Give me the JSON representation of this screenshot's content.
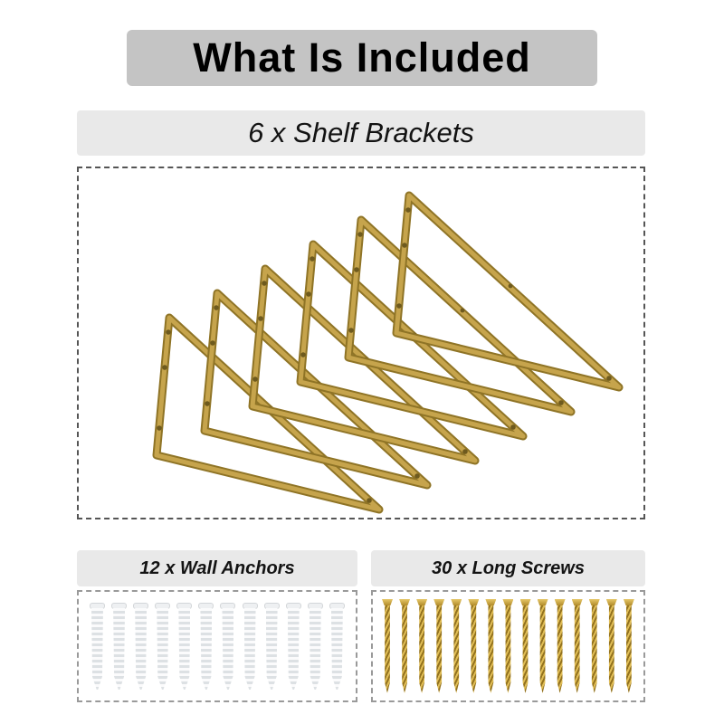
{
  "header": {
    "title": "What Is Included"
  },
  "sections": {
    "brackets": {
      "label": "6 x Shelf Brackets",
      "visible_count": 6
    },
    "anchors": {
      "label": "12 x Wall Anchors",
      "visible_count": 12
    },
    "screws": {
      "label": "30 x Long Screws",
      "visible_count": 15
    }
  },
  "colors": {
    "gold": "#c6a44c",
    "gold_dark": "#8f7426",
    "hole": "#6e5a1e",
    "title_banner": "#c4c4c4",
    "label_banner": "#e9e9e9",
    "dash_dark": "#555555",
    "dash_light": "#9a9a9a"
  }
}
